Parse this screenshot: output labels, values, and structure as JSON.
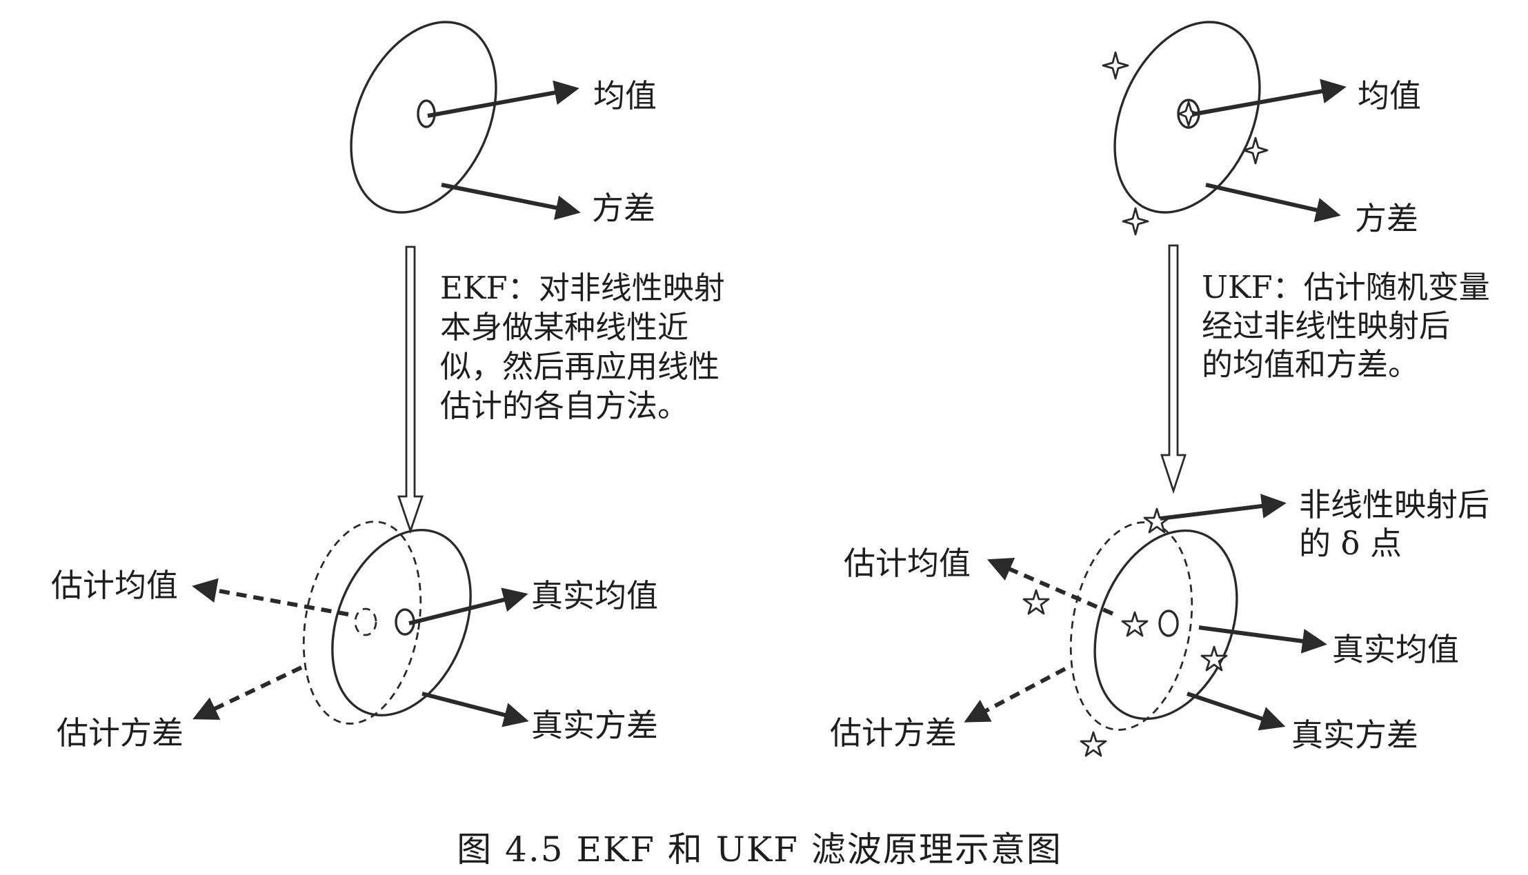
{
  "left": {
    "top_mean": "均值",
    "top_variance": "方差",
    "description": [
      "EKF：对非线性映射",
      "本身做某种线性近",
      "似，然后再应用线性",
      "估计的各自方法。"
    ],
    "est_mean": "估计均值",
    "true_mean": "真实均值",
    "est_variance": "估计方差",
    "true_variance": "真实方差"
  },
  "right": {
    "top_mean": "均值",
    "top_variance": "方差",
    "description": [
      "UKF：估计随机变量",
      "经过非线性映射后",
      "的均值和方差。"
    ],
    "sigma_label": [
      "非线性映射后",
      "的 δ 点"
    ],
    "est_mean": "估计均值",
    "true_mean": "真实均值",
    "est_variance": "估计方差",
    "true_variance": "真实方差"
  },
  "caption": "图 4.5    EKF 和 UKF 滤波原理示意图"
}
